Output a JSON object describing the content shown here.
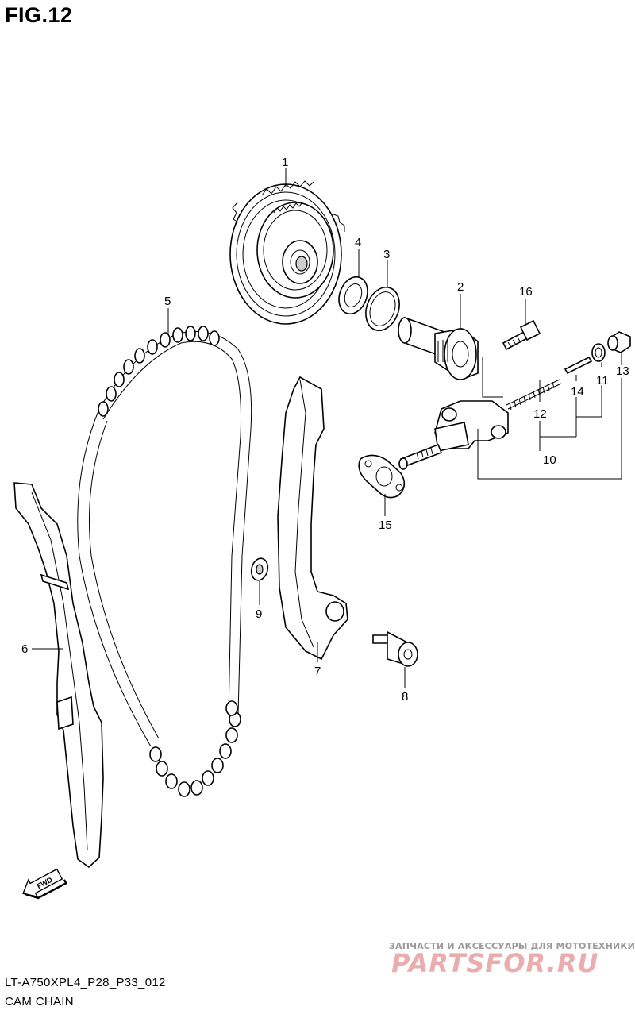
{
  "figure": {
    "title": "FIG.12"
  },
  "parts": {
    "1": "1",
    "2": "2",
    "3": "3",
    "4": "4",
    "5": "5",
    "6": "6",
    "7": "7",
    "8": "8",
    "9": "9",
    "10": "10",
    "11": "11",
    "12": "12",
    "13": "13",
    "14": "14",
    "15": "15",
    "16": "16"
  },
  "direction_marker": {
    "label": "FWD",
    "icon": "arrow-left-down-icon"
  },
  "footer": {
    "model_code": "LT-A750XPL4_P28_P33_012",
    "diagram_name": "CAM CHAIN"
  },
  "watermark": {
    "tagline": "ЗАПЧАСТИ И АКСЕССУАРЫ ДЛЯ МОТОТЕХНИКИ",
    "logo": "PARTSFOR.RU",
    "color": "#d96a6a"
  }
}
